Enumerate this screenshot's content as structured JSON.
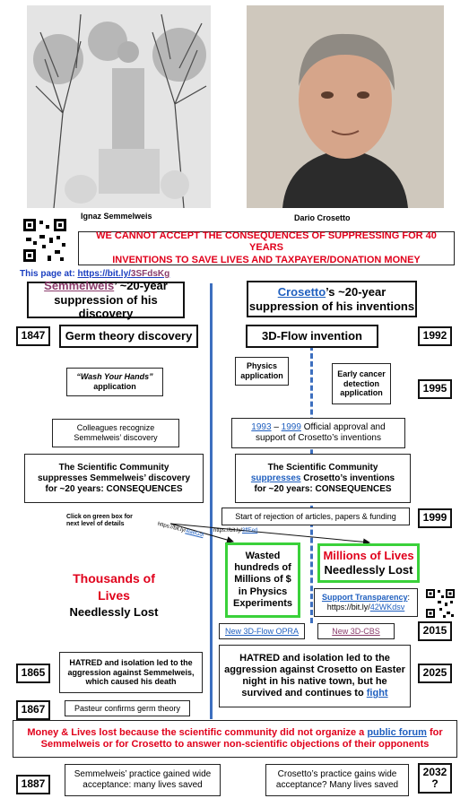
{
  "photos": {
    "left_caption": "Ignaz Semmelweis",
    "right_caption": "Dario Crosetto"
  },
  "banner": {
    "line1": "WE CANNOT ACCEPT THE CONSEQUENCES OF SUPPRESSING FOR 40 YEARS",
    "line2": "INVENTIONS TO SAVE LIVES AND TAXPAYER/DONATION MONEY"
  },
  "page_link": {
    "label": "This page at:",
    "url_prefix": "https://bit.ly/",
    "url_suffix": "3SFdsKg"
  },
  "left_header": {
    "name": "Semmelweis",
    "rest": "’ ~20-year",
    "line2": "suppression of his discovery"
  },
  "right_header": {
    "name": "Crosetto",
    "rest": "’s ~20-year",
    "line2": "suppression of his inventions"
  },
  "years": {
    "y1847": "1847",
    "y1992": "1992",
    "y1995": "1995",
    "y1999": "1999",
    "y2015": "2015",
    "y1865": "1865",
    "y2025": "2025",
    "y1867": "1867",
    "y1887": "1887",
    "y2032a": "2032",
    "y2032b": "?"
  },
  "left": {
    "germ": "Germ theory discovery",
    "wash_line1": "“Wash Your Hands”",
    "wash_line2": "application",
    "colleagues_line1": "Colleagues recognize",
    "colleagues_line2": "Semmelweis’ discovery",
    "community_line1": "The Scientific Community",
    "community_line2": "suppresses Semmelweis’ discovery",
    "community_line3": "for ~20 years: CONSEQUENCES",
    "click_line1": "Click on green box for",
    "click_line2": "next level of details",
    "lives_line1": "Thousands of Lives",
    "lives_line2": "Needlessly Lost",
    "hatred": "HATRED and isolation led to the aggression against Semmelweis, which caused his death",
    "pasteur": "Pasteur confirms germ theory",
    "practice_line1": "Semmelweis’ practice gained wide",
    "practice_line2": "acceptance: many lives saved"
  },
  "right": {
    "flow": "3D-Flow invention",
    "physics_line1": "Physics",
    "physics_line2": "application",
    "cancer_line1": "Early cancer",
    "cancer_line2": "detection",
    "cancer_line3": "application",
    "approval_y1": "1993",
    "approval_dash": " – ",
    "approval_y2": "1999",
    "approval_rest": " Official approval and",
    "approval_line2": "support of Crosetto’s inventions",
    "community_line1": "The Scientific Community",
    "community_sup": "suppresses",
    "community_rest": " Crosetto’s inventions",
    "community_line3": "for ~20 years: CONSEQUENCES",
    "rejection": "Start of rejection of articles, papers & funding",
    "wasted": "Wasted hundreds of Millions of $ in Physics Experiments",
    "millions_line1": "Millions of Lives",
    "millions_line2": "Needlessly Lost",
    "support_label": "Support Transparency",
    "support_colon": ":",
    "support_prefix": "https://bit.ly/",
    "support_suffix": "42WKdsv",
    "opra": "New 3D-Flow OPRA",
    "cbs": "New 3D-CBS",
    "hatred": "HATRED and isolation led to the aggression against Crosetto on Easter night in his native town, but he survived and continues to",
    "fight": "fight",
    "practice_line1": "Crosetto’s practice gains wide",
    "practice_line2": "acceptance? Many lives saved"
  },
  "arrows": {
    "left_url": "https://bit.ly/",
    "left_url2": "4laeGdl",
    "right_url": "https://bit.ly/",
    "right_url2": "3ffEed"
  },
  "bottom": {
    "part1": "Money & Lives lost because the scientific community did not organize a ",
    "link": "public forum",
    "part2": " for Semmelweis or for Crosetto to answer non-scientific objections of their opponents"
  },
  "colors": {
    "red": "#e0001b",
    "blue_link": "#1f5fbf",
    "green": "#3ad13a",
    "divider": "#3d6fbf"
  }
}
